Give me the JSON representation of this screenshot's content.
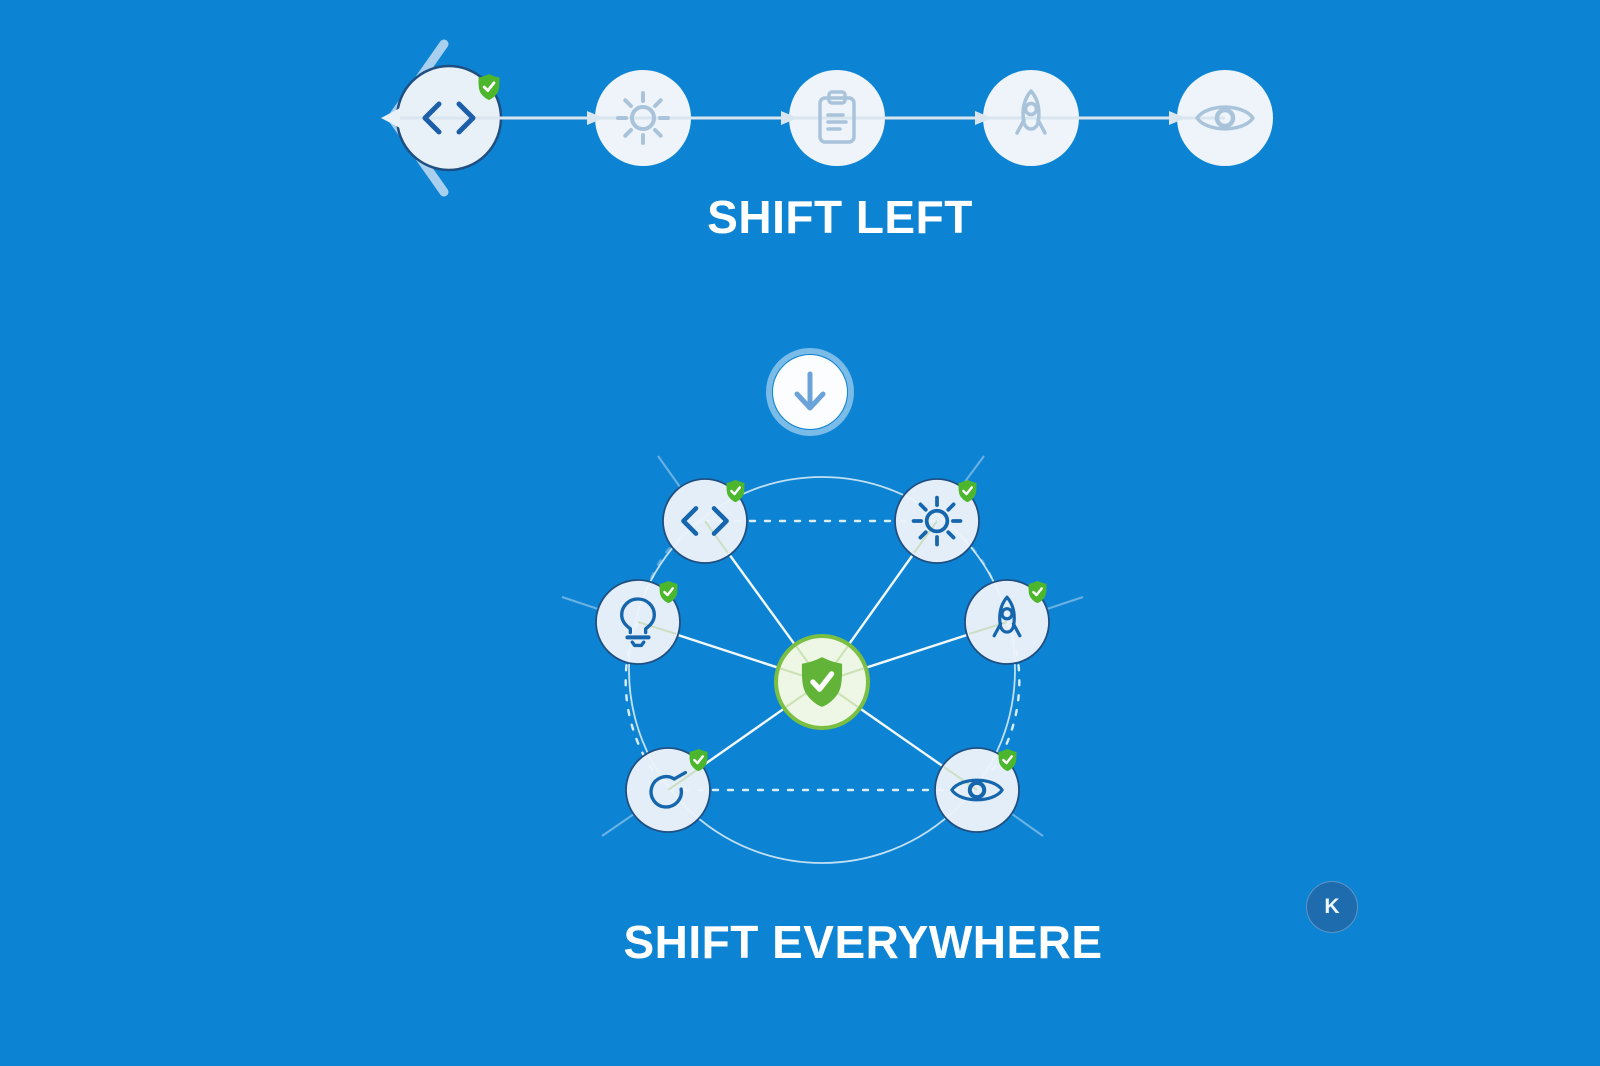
{
  "shift_left": {
    "title": "SHIFT LEFT",
    "direction_icon": "left-chevron-icon",
    "stages": [
      {
        "icon": "code-icon",
        "secured_badge": true
      },
      {
        "icon": "sun-gear-icon",
        "secured_badge": false
      },
      {
        "icon": "clipboard-checklist-icon",
        "secured_badge": false
      },
      {
        "icon": "rocket-icon",
        "secured_badge": false
      },
      {
        "icon": "eye-icon",
        "secured_badge": false
      }
    ]
  },
  "transition": {
    "icon": "down-arrow-icon"
  },
  "shift_everywhere": {
    "title": "SHIFT EVERYWHERE",
    "center": {
      "icon": "shield-check-icon"
    },
    "nodes": [
      {
        "icon": "code-icon",
        "secured_badge": true
      },
      {
        "icon": "sun-gear-icon",
        "secured_badge": true
      },
      {
        "icon": "lightbulb-icon",
        "secured_badge": true
      },
      {
        "icon": "rocket-icon",
        "secured_badge": true
      },
      {
        "icon": "refresh-icon",
        "secured_badge": true
      },
      {
        "icon": "eye-icon",
        "secured_badge": true
      }
    ]
  },
  "widget": {
    "label": "K"
  },
  "colors": {
    "background": "#0d84d3",
    "badge_green": "#4cb62c",
    "shield_green": "#62b438",
    "center_border_green": "#7abf42",
    "icon_active_blue": "#1c5fa8",
    "icon_inactive_blue": "#a9c4da",
    "icon_wheel_blue": "#1566ad",
    "widget_blue": "#1e6cad",
    "title_white": "#ffffff"
  }
}
